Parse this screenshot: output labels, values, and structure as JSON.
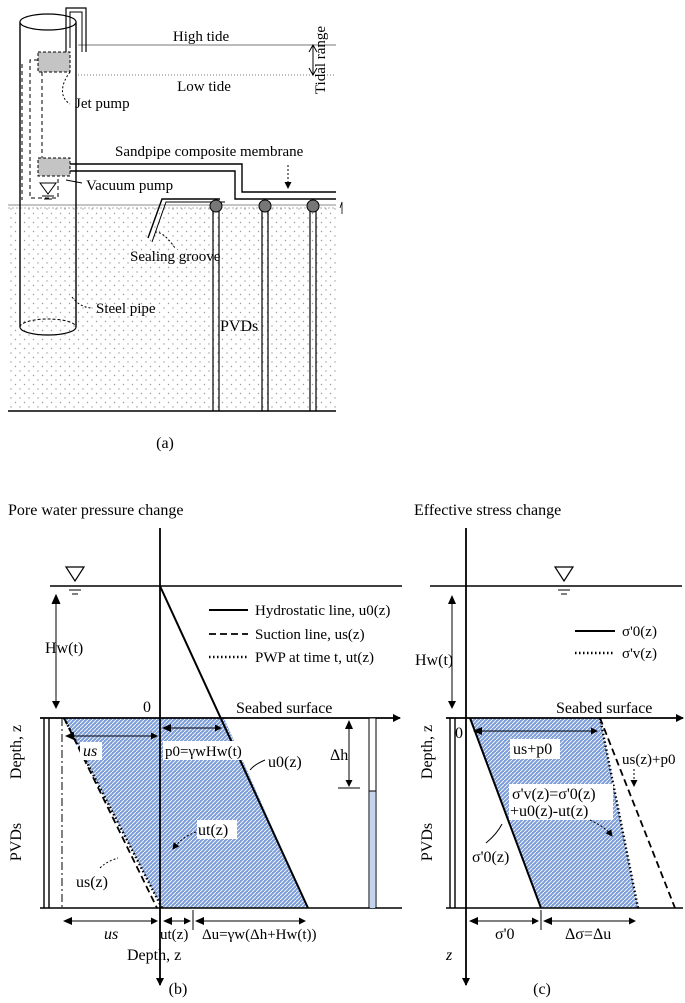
{
  "panel_a": {
    "caption": "(a)",
    "high_tide": "High tide",
    "low_tide": "Low tide",
    "tidal_range": "Tidal range",
    "jet_pump": "Jet pump",
    "membrane": "Sandpipe composite membrane",
    "vacuum_pump": "Vacuum pump",
    "sealing_groove": "Sealing groove",
    "steel_pipe": "Steel pipe",
    "pvds": "PVDs"
  },
  "panel_b": {
    "caption": "(b)",
    "title": "Pore water pressure change",
    "legend": [
      "Hydrostatic line, u0(z)",
      "Suction line, us(z)",
      "PWP at time t, ut(z)"
    ],
    "hw": "Hw(t)",
    "depth_z": "Depth, z",
    "zero": "0",
    "seabed": "Seabed surface",
    "us": "us",
    "p0": "p0=γwHw(t)",
    "u0z": "u0(z)",
    "dh": "Δh",
    "utz": "ut(z)",
    "usz": "us(z)",
    "pvds": "PVDs",
    "bottom_us": "us",
    "bottom_ut": "ut(z)",
    "bottom_du": "Δu=γw(Δh+Hw(t))",
    "bottom_depth": "Depth, z"
  },
  "panel_c": {
    "caption": "(c)",
    "title": "Effective stress change",
    "legend": [
      "σ'0(z)",
      "σ'v(z)"
    ],
    "hw": "Hw(t)",
    "depth_z": "Depth, z",
    "zero": "0",
    "seabed": "Seabed surface",
    "usp0": "us+p0",
    "usz_p0": "us(z)+p0",
    "sv_eq1": "σ'v(z)=σ'0(z)",
    "sv_eq2": "+u0(z)-ut(z)",
    "s0z": "σ'0(z)",
    "pvds": "PVDs",
    "bottom_s0": "σ'0",
    "bottom_ds": "Δσ=Δu",
    "z": "z"
  },
  "colors": {
    "fill": "#7f9fdb",
    "dots": "#b8b8b8",
    "water": "#c5d4ee"
  }
}
